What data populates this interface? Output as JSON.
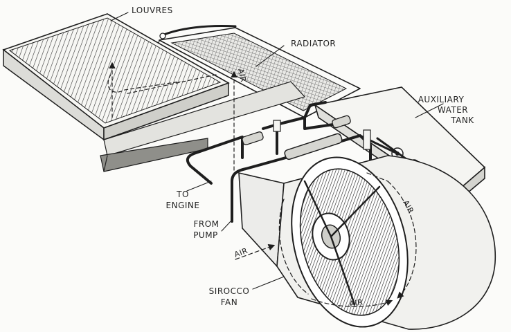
{
  "labels": {
    "louvres": "LOUVRES",
    "radiator": "RADIATOR",
    "auxiliary_1": "AUXILIARY",
    "auxiliary_2": "WATER",
    "auxiliary_3": "TANK",
    "to_engine_1": "TO",
    "to_engine_2": "ENGINE",
    "from_pump_1": "FROM",
    "from_pump_2": "PUMP",
    "sirocco_1": "SIROCCO",
    "sirocco_2": "FAN"
  },
  "airflow": {
    "air_radiator": "AIR",
    "air_intake": "AIR",
    "air_fan_right": "AIR",
    "air_fan_bottom": "AIR"
  }
}
